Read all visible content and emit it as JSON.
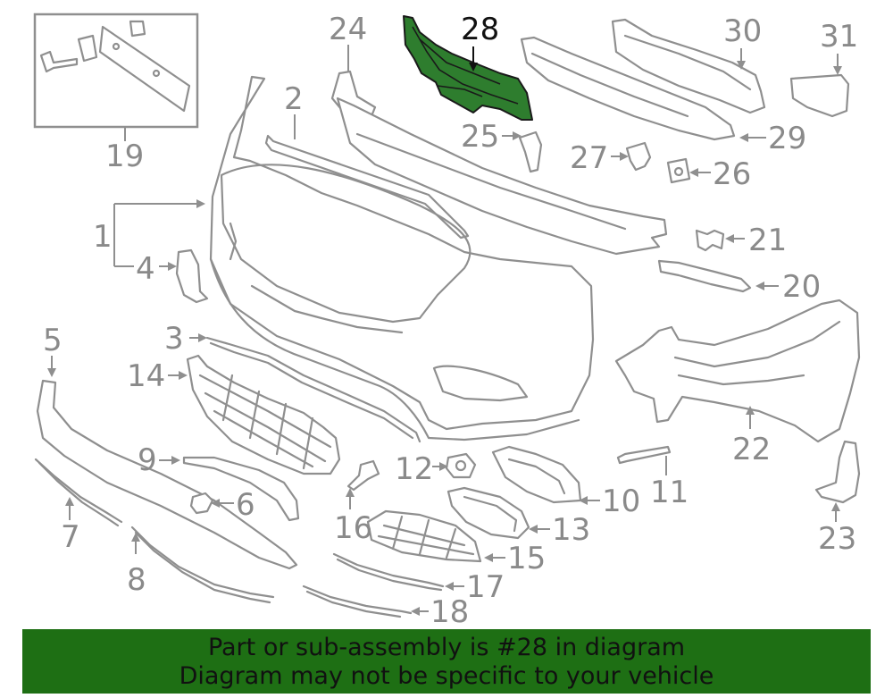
{
  "callouts": {
    "n1": "1",
    "n2": "2",
    "n3": "3",
    "n4": "4",
    "n5": "5",
    "n6": "6",
    "n7": "7",
    "n8": "8",
    "n9": "9",
    "n10": "10",
    "n11": "11",
    "n12": "12",
    "n13": "13",
    "n14": "14",
    "n15": "15",
    "n16": "16",
    "n17": "17",
    "n18": "18",
    "n19": "19",
    "n20": "20",
    "n21": "21",
    "n22": "22",
    "n23": "23",
    "n24": "24",
    "n25": "25",
    "n26": "26",
    "n27": "27",
    "n28": "28",
    "n29": "29",
    "n30": "30",
    "n31": "31"
  },
  "highlight": {
    "part_number": "28",
    "fill_color": "#2e7d2e",
    "banner_color": "#1e6f14"
  },
  "banner": {
    "line1": "Part or sub-assembly is #28 in diagram",
    "line2": "Diagram may not be specific to your vehicle"
  }
}
